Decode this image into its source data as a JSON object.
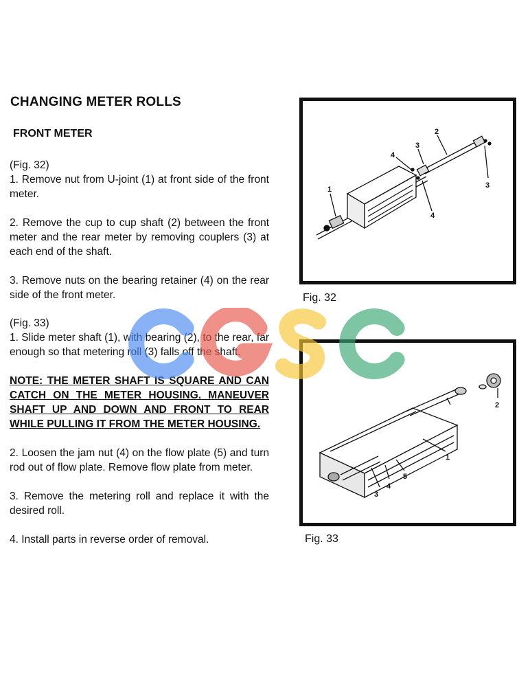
{
  "heading": "CHANGING METER ROLLS",
  "subheading": "FRONT METER",
  "fig32_steps": {
    "ref": "(Fig. 32)",
    "s1": "1. Remove nut from U-joint (1) at front side of the front meter.",
    "s2": "2. Remove the cup to cup shaft (2) between the front meter and the rear meter by removing couplers (3) at each end of the shaft.",
    "s3": "3. Remove nuts on the bearing retainer (4) on the rear side of the front meter."
  },
  "fig33_steps": {
    "ref": "(Fig. 33)",
    "s1": "1. Slide meter shaft (1), with bearing (2), to the rear, far enough so that metering roll (3) falls off the shaft.",
    "note": "NOTE: THE METER SHAFT IS SQUARE AND CAN CATCH ON THE METER HOUSING. MANEUVER SHAFT UP AND DOWN AND FRONT TO REAR WHILE PULLING IT FROM THE METER HOUSING.",
    "s2": "2. Loosen the jam nut (4) on the flow plate (5) and turn rod out of flow plate. Remove flow plate from meter.",
    "s3": "3. Remove the metering roll and replace it with the desired roll.",
    "s4": "4. Install parts in reverse order of removal."
  },
  "fig32": {
    "caption": "Fig. 32",
    "callouts": [
      "1",
      "2",
      "3",
      "4",
      "3",
      "4"
    ]
  },
  "fig33": {
    "caption": "Fig. 33",
    "callouts": [
      "1",
      "2",
      "3",
      "4",
      "5"
    ]
  },
  "watermark": {
    "letters": [
      "C",
      "G",
      "S",
      "C"
    ],
    "colors": [
      "#4a8af0",
      "#e8564b",
      "#f6c533",
      "#3aa872"
    ]
  }
}
